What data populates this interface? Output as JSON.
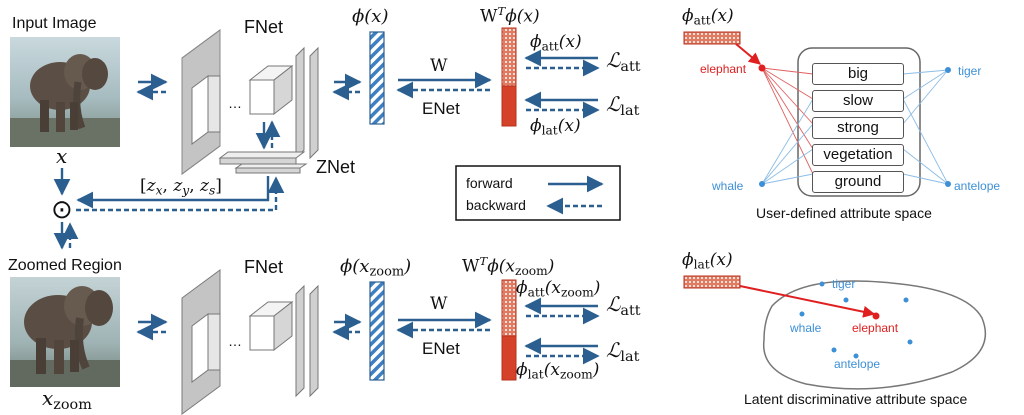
{
  "labels": {
    "input_image": "Input Image",
    "zoomed_region": "Zoomed Region",
    "fnet": "FNet",
    "znet": "ZNet",
    "enet": "ENet",
    "w": "W",
    "dots": "…",
    "odot": "⊙"
  },
  "math": {
    "x": "x",
    "x_zoom_base": "x",
    "zoom_sub": "zoom",
    "phi": "ϕ",
    "phi_x": "ϕ(x)",
    "phi_x_zoom": "ϕ(x",
    "att_sub": "att",
    "lat_sub": "lat",
    "W_T": "W",
    "T": "T",
    "L": "ℒ",
    "z_vector": "[z",
    "zx": "x",
    "zy": "y",
    "zs": "s"
  },
  "legend": {
    "forward": "forward",
    "backward": "backward"
  },
  "attribute_space": {
    "caption": "User-defined attribute space",
    "attributes": [
      "big",
      "slow",
      "strong",
      "vegetation",
      "ground"
    ],
    "classes_left": [
      "elephant",
      "whale"
    ],
    "classes_right": [
      "tiger",
      "antelope"
    ]
  },
  "latent_space": {
    "caption": "Latent discriminative attribute space",
    "points": [
      "tiger",
      "whale",
      "elephant",
      "antelope"
    ]
  },
  "colors": {
    "arrow_blue": "#2b5f8f",
    "hatch_blue": "#3d7fc0",
    "enet_red": "#d5422a",
    "class_blue": "#3d8fd6",
    "class_red": "#e02020"
  }
}
